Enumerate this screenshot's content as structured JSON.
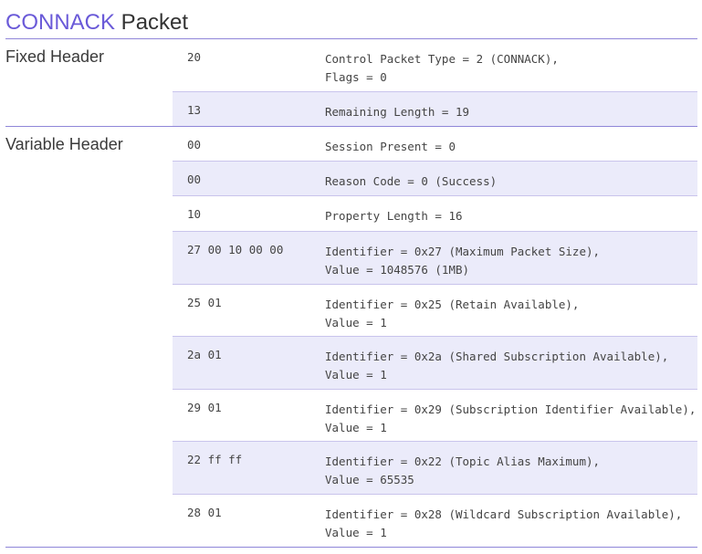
{
  "title": {
    "accent": "CONNACK",
    "rest": " Packet"
  },
  "sections": [
    {
      "label": "Fixed Header",
      "rows": [
        {
          "hex": "20",
          "desc": "Control Packet Type = 2 (CONNACK),\nFlags = 0"
        },
        {
          "hex": "13",
          "desc": "Remaining Length = 19"
        }
      ]
    },
    {
      "label": "Variable Header",
      "rows": [
        {
          "hex": "00",
          "desc": "Session Present = 0"
        },
        {
          "hex": "00",
          "desc": "Reason Code = 0 (Success)"
        },
        {
          "hex": "10",
          "desc": "Property Length = 16"
        },
        {
          "hex": "27 00 10 00 00",
          "desc": "Identifier = 0x27 (Maximum Packet Size),\nValue = 1048576 (1MB)"
        },
        {
          "hex": "25 01",
          "desc": "Identifier = 0x25 (Retain Available),\nValue = 1"
        },
        {
          "hex": "2a 01",
          "desc": "Identifier = 0x2a (Shared Subscription Available),\nValue = 1"
        },
        {
          "hex": "29 01",
          "desc": "Identifier = 0x29 (Subscription Identifier Available),\nValue = 1"
        },
        {
          "hex": "22 ff ff",
          "desc": "Identifier = 0x22 (Topic Alias Maximum),\nValue = 65535"
        },
        {
          "hex": "28 01",
          "desc": "Identifier = 0x28 (Wildcard Subscription Available),\nValue = 1"
        }
      ]
    }
  ]
}
